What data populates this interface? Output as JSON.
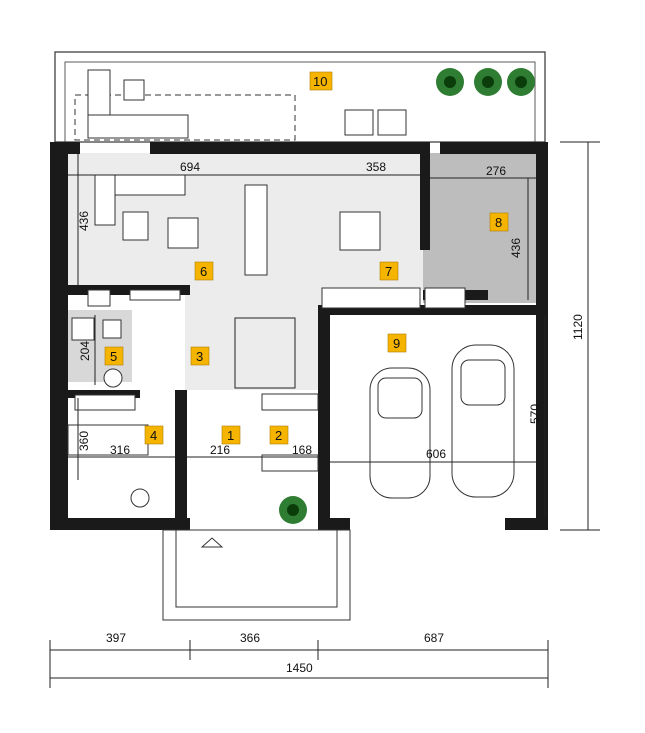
{
  "plan": {
    "rooms": [
      {
        "id": "1",
        "number": "1"
      },
      {
        "id": "2",
        "number": "2"
      },
      {
        "id": "3",
        "number": "3"
      },
      {
        "id": "4",
        "number": "4"
      },
      {
        "id": "5",
        "number": "5"
      },
      {
        "id": "6",
        "number": "6"
      },
      {
        "id": "7",
        "number": "7"
      },
      {
        "id": "8",
        "number": "8"
      },
      {
        "id": "9",
        "number": "9"
      },
      {
        "id": "10",
        "number": "10"
      }
    ],
    "dimensions": {
      "living_width": "694",
      "kitchen_width": "358",
      "utility_width": "276",
      "living_depth": "436",
      "utility_depth": "436",
      "bath_depth": "204",
      "office_depth": "360",
      "office_width": "316",
      "hall_width": "216",
      "closet_width": "168",
      "garage_width": "606",
      "garage_depth": "570",
      "total_depth": "1120",
      "bottom_left": "397",
      "bottom_middle": "366",
      "bottom_right": "687",
      "total_width": "1450"
    },
    "colors": {
      "badge": "#f4b400",
      "living_floor": "#ececec",
      "utility_floor": "#bdbdbd",
      "wall": "#1a1a1a"
    }
  }
}
